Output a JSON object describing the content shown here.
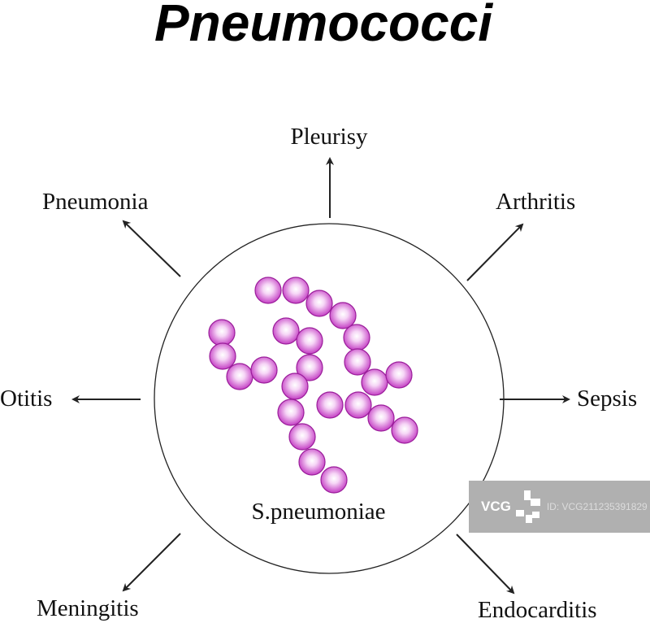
{
  "title": "Pneumococci",
  "center_label": "S.pneumoniae",
  "diseases": {
    "pleurisy": "Pleurisy",
    "pneumonia": "Pneumonia",
    "arthritis": "Arthritis",
    "otitis": "Otitis",
    "sepsis": "Sepsis",
    "meningitis": "Meningitis",
    "endocarditis": "Endocarditis"
  },
  "colors": {
    "coccus": "#cc44cc",
    "coccus_edge": "#9a1d9a",
    "arrow": "#222222"
  },
  "watermark": {
    "logo": "VCG",
    "id": "ID: VCG211235391829"
  }
}
